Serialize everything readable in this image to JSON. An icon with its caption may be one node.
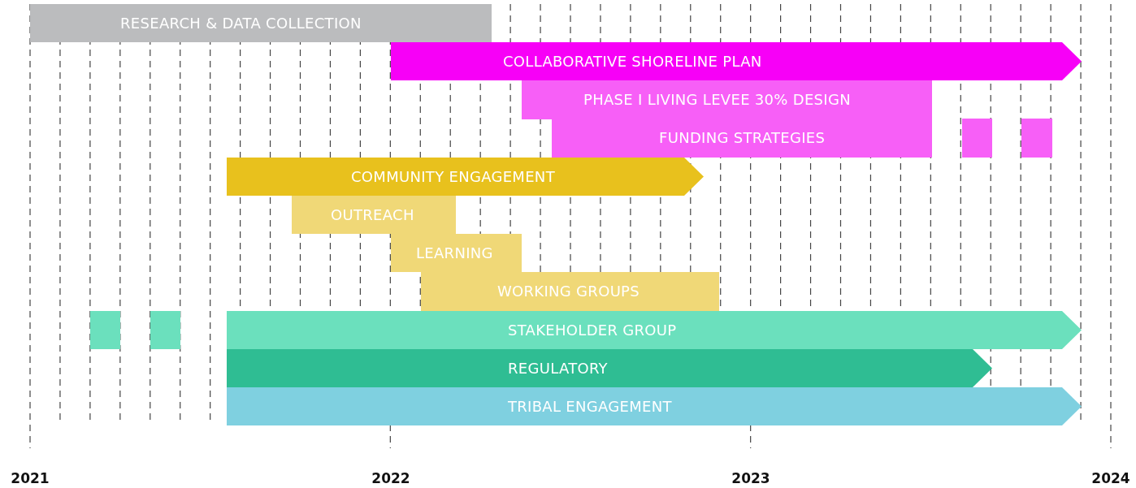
{
  "diagram": {
    "nodes": [
      {
        "text": [
          "RESEARCH & DATA COLLECTION"
        ]
      },
      {
        "text": [
          "COLLABORATIVE SHORELINE PLAN"
        ]
      },
      {
        "text": [
          "PHASE I LIVING LEVEE 30% DESIGN"
        ]
      },
      {
        "text": [
          "FUNDING STRATEGIES"
        ]
      },
      {
        "text": [],
        "shape": "box"
      },
      {
        "text": [],
        "shape": "box"
      },
      {
        "text": [
          "COMMUNITY ENGAGEMENT"
        ]
      },
      {
        "text": [
          "OUTREACH"
        ]
      },
      {
        "text": [
          "LEARNING"
        ]
      },
      {
        "text": [
          "WORKING GROUPS"
        ]
      },
      {
        "text": [],
        "shape": "box"
      },
      {
        "text": [],
        "shape": "box"
      },
      {
        "text": [
          "STAKEHOLDER GROUP"
        ]
      },
      {
        "text": [
          "REGULATORY"
        ]
      },
      {
        "text": [
          "TRIBAL ENGAGEMENT"
        ]
      }
    ],
    "labels": [
      "2021",
      "2022",
      "2023",
      "2024"
    ]
  }
}
